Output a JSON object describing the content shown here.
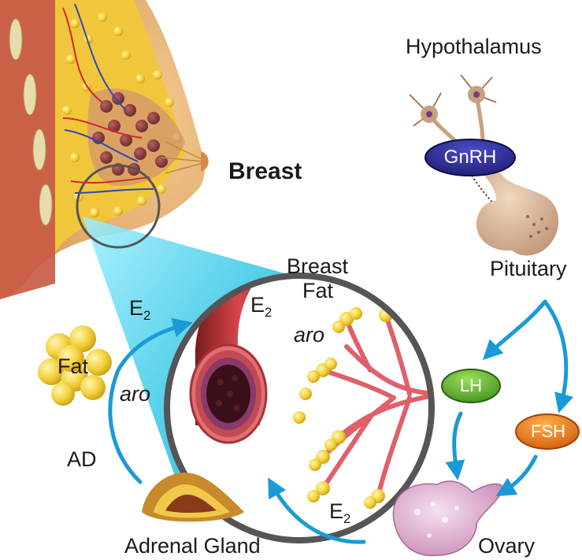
{
  "labels": {
    "hypothalamus": "Hypothalamus",
    "gnrh": "GnRH",
    "breast": "Breast",
    "breast_fat_line1": "Breast",
    "breast_fat_line2": "Fat",
    "pituitary": "Pituitary",
    "lh": "LH",
    "fsh": "FSH",
    "ovary": "Ovary",
    "adrenal_gland": "Adrenal Gland",
    "ad": "AD",
    "fat": "Fat",
    "aro_left": "aro",
    "aro_inner": "aro",
    "e2_left_base": "E",
    "e2_left_sub": "2",
    "e2_inner_base": "E",
    "e2_inner_sub": "2",
    "e2_bottom_base": "E",
    "e2_bottom_sub": "2"
  },
  "colors": {
    "arrow": "#1a9ad6",
    "gnrh_fill": "#2a2a8c",
    "lh_fill": "#5aa82a",
    "fsh_fill": "#e6700e",
    "lens_border": "#555555",
    "zoom_beam": "#7de0f2",
    "fat_yellow": "#f3d03a",
    "vessel_red": "#c8323a"
  },
  "icons": [
    "breast-anatomy",
    "magnifier-lens",
    "blood-vessel",
    "fat-lobules",
    "neuron",
    "pituitary-gland",
    "ovary",
    "adrenal-gland",
    "fat-cell-cluster"
  ]
}
